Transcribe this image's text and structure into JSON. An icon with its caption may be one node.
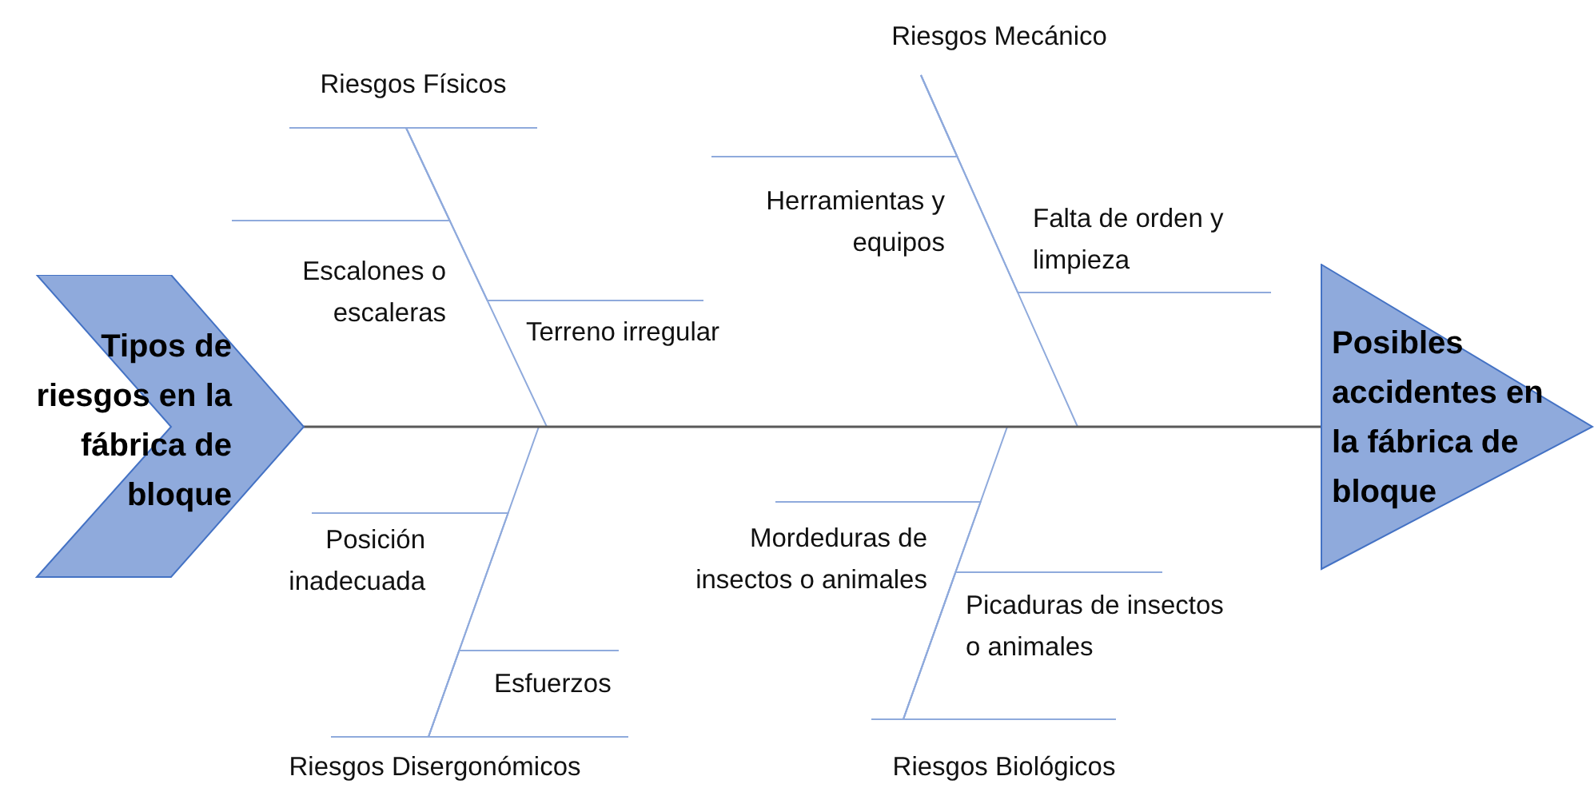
{
  "diagram": {
    "nodes": [
      {
        "text": [
          "Tipos de riesgos en la fábrica de bloque"
        ]
      },
      {
        "text": [
          "Posibles accidentes en la fábrica de bloque"
        ]
      },
      {
        "text": [
          "Riesgos Físicos"
        ]
      },
      {
        "text": [
          "Riesgos Mecánico"
        ]
      },
      {
        "text": [
          "Riesgos Disergonómicos"
        ]
      },
      {
        "text": [
          "Riesgos Biológicos"
        ]
      },
      {
        "text": [
          "Escalones o escaleras"
        ]
      },
      {
        "text": [
          "Terreno irregular"
        ]
      },
      {
        "text": [
          "Herramientas y equipos"
        ]
      },
      {
        "text": [
          "Falta de orden y limpieza"
        ]
      },
      {
        "text": [
          "Posición inadecuada"
        ]
      },
      {
        "text": [
          "Esfuerzos"
        ]
      },
      {
        "text": [
          "Mordeduras de insectos o animales"
        ]
      },
      {
        "text": [
          "Picaduras de insectos o animales"
        ]
      }
    ],
    "edges": [
      {
        "from": 0,
        "to": 1,
        "arrow": "none",
        "color": "#595959"
      },
      {
        "from": 2,
        "to": 1,
        "arrow": "none"
      },
      {
        "from": 3,
        "to": 1,
        "arrow": "none"
      },
      {
        "from": 4,
        "to": 1,
        "arrow": "none"
      },
      {
        "from": 5,
        "to": 1,
        "arrow": "none"
      },
      {
        "from": 6,
        "to": 2,
        "arrow": "none"
      },
      {
        "from": 7,
        "to": 2,
        "arrow": "none"
      },
      {
        "from": 8,
        "to": 3,
        "arrow": "none"
      },
      {
        "from": 9,
        "to": 3,
        "arrow": "none"
      },
      {
        "from": 10,
        "to": 4,
        "arrow": "none"
      },
      {
        "from": 11,
        "to": 4,
        "arrow": "none"
      },
      {
        "from": 12,
        "to": 5,
        "arrow": "none"
      },
      {
        "from": 13,
        "to": 5,
        "arrow": "none"
      }
    ]
  }
}
